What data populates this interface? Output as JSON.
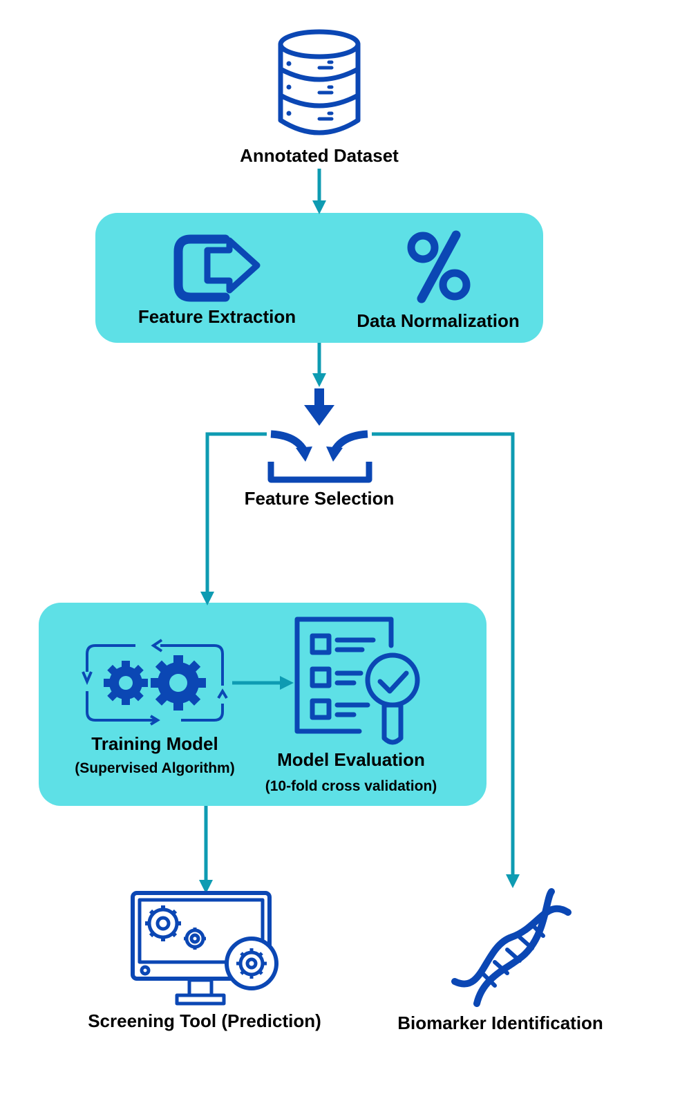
{
  "colors": {
    "box_fill": "#5ee0e6",
    "connector": "#0e9bb2",
    "icon": "#0b47b4",
    "text": "#000000",
    "background": "#ffffff"
  },
  "nodes": {
    "annotated_dataset": {
      "label": "Annotated Dataset",
      "icon": "database-icon"
    },
    "feature_extraction": {
      "label": "Feature Extraction",
      "icon": "export-arrow-icon"
    },
    "data_normalization": {
      "label": "Data Normalization",
      "icon": "percent-icon"
    },
    "feature_selection": {
      "label": "Feature Selection",
      "icon": "merge-arrows-tray-icon"
    },
    "training_model": {
      "label": "Training Model",
      "sublabel": "(Supervised Algorithm)",
      "icon": "gears-cycle-icon"
    },
    "model_evaluation": {
      "label": "Model Evaluation",
      "sublabel": "(10-fold cross validation)",
      "icon": "checklist-magnifier-icon"
    },
    "screening_tool": {
      "label": "Screening Tool (Prediction)",
      "icon": "monitor-gears-icon"
    },
    "biomarker_identification": {
      "label": "Biomarker Identification",
      "icon": "dna-icon"
    }
  }
}
